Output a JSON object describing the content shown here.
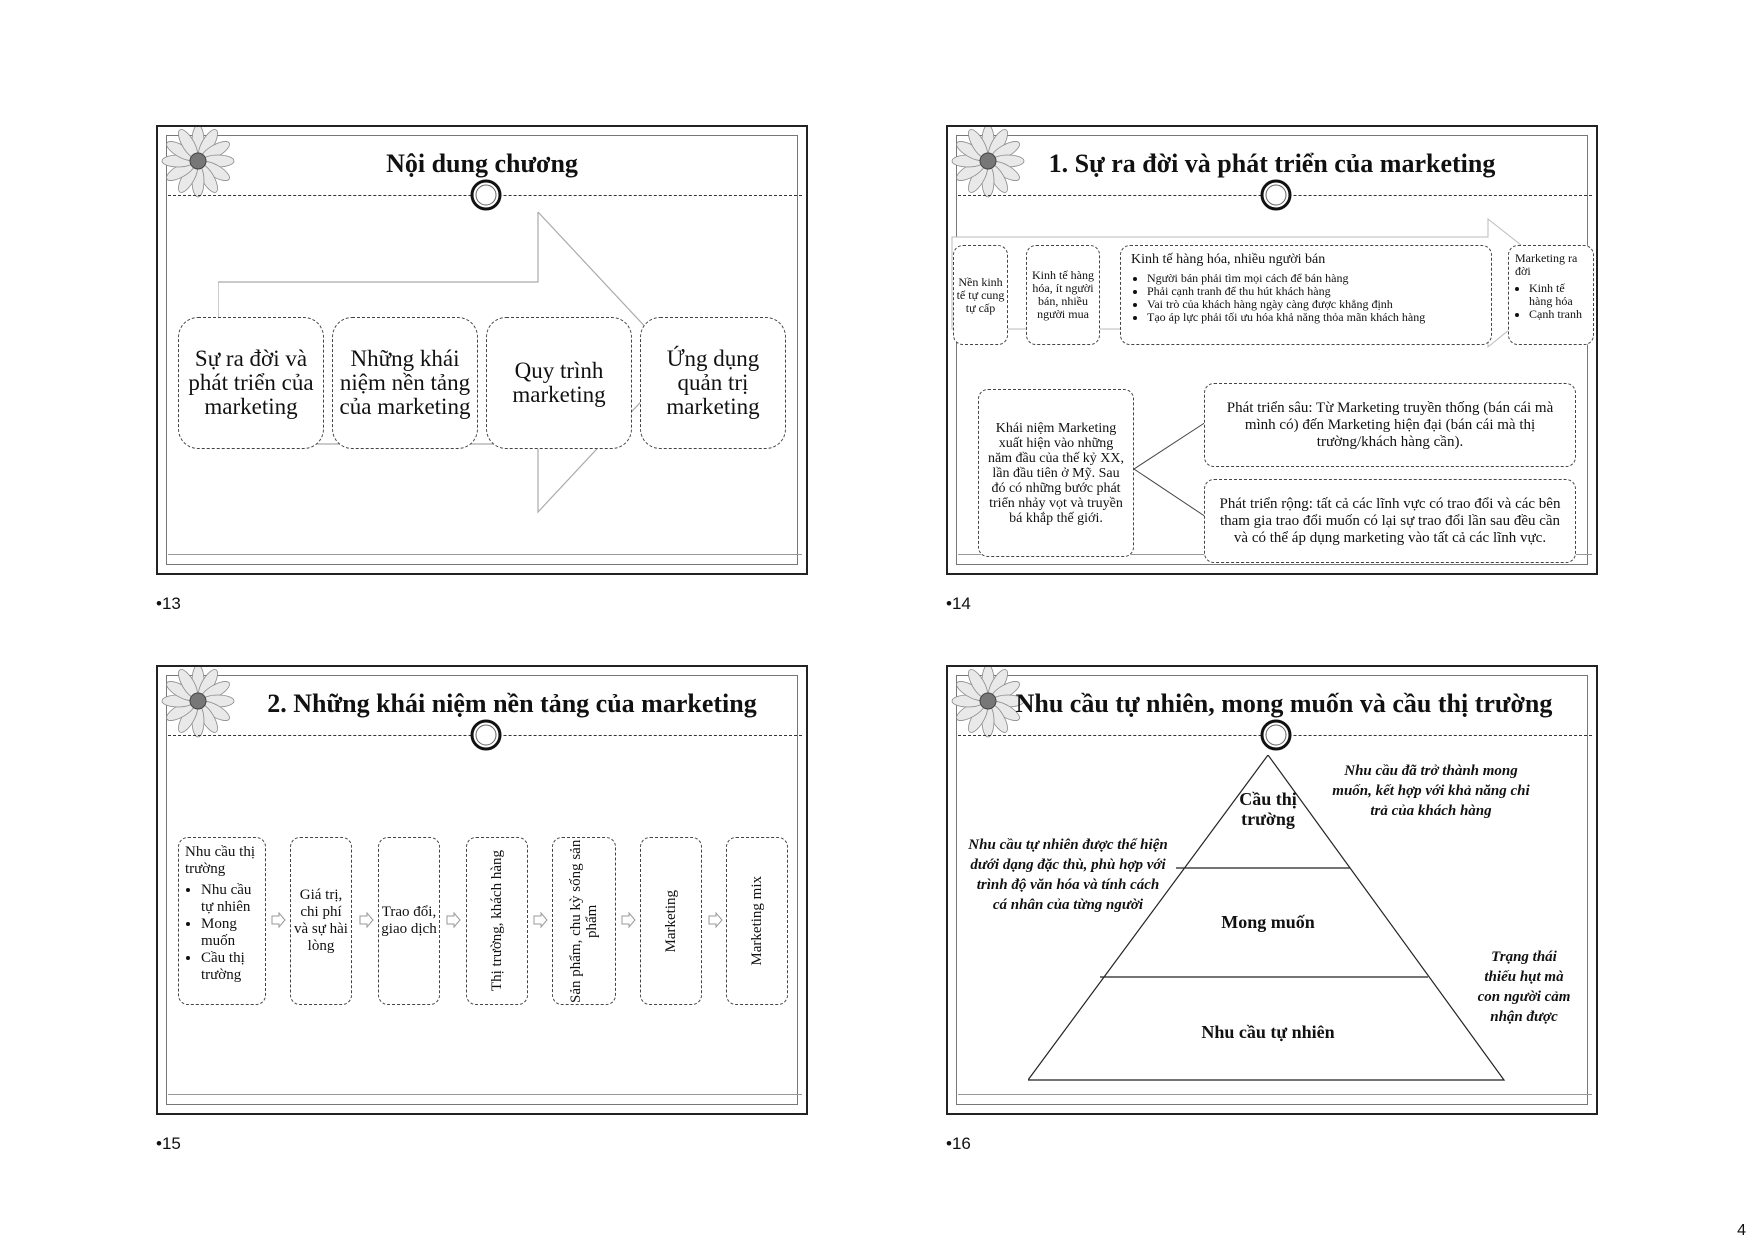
{
  "slides": [
    {
      "number": "•13",
      "title": "Nội dung chương",
      "steps": [
        "Sự ra đời và phát triển của marketing",
        "Những khái niệm nền tảng của marketing",
        "Quy trình marketing",
        "Ứng dụng quản trị marketing"
      ]
    },
    {
      "number": "•14",
      "title": "1.  Sự ra đời và phát triển của marketing",
      "stage1": "Nền kinh tế tự cung tự cấp",
      "stage2": "Kinh tế hàng hóa, ít người bán, nhiều người mua",
      "stage3_title": "Kinh tế hàng hóa, nhiều người bán",
      "stage3_items": [
        "Người bán phải tìm mọi cách để bán hàng",
        "Phải cạnh tranh để thu hút khách hàng",
        "Vai trò của khách hàng ngày càng được khẳng định",
        "Tạo áp lực phải tối ưu hóa khả năng thỏa mãn khách hàng"
      ],
      "stage4_title": "Marketing ra đời",
      "stage4_items": [
        "Kinh tế hàng hóa",
        "Cạnh tranh"
      ],
      "concept": "Khái niệm Marketing xuất hiện vào những năm đầu của thế kỷ XX, lần đầu tiên ở Mỹ. Sau đó có những bước phát triển nhảy vọt và truyền bá khắp thế giới.",
      "deep": "Phát triển sâu: Từ Marketing truyền thống (bán cái mà mình có) đến Marketing hiện đại (bán cái mà thị trường/khách hàng cần).",
      "wide": "Phát triển rộng: tất cả các lĩnh vực có trao đổi và các bên tham gia trao đổi muốn có lại sự trao đổi lần sau đều cần và có thể áp dụng marketing vào tất cả các lĩnh vực."
    },
    {
      "number": "•15",
      "title": "2. Những khái niệm nền tảng của marketing",
      "first_title": "Nhu cầu thị trường",
      "first_items": [
        "Nhu cầu tự nhiên",
        "Mong muốn",
        "Cầu thị trường"
      ],
      "box2": "Giá trị, chi phí và sự hài lòng",
      "box3": "Trao đổi, giao dịch",
      "box4": "Thị trường, khách hàng",
      "box5": "Sản phẩm, chu kỳ sống sản phẩm",
      "box6": "Marketing",
      "box7": "Marketing mix"
    },
    {
      "number": "•16",
      "title": "Nhu cầu tự nhiên, mong muốn và cầu thị trường",
      "level_top": "Cầu thị trường",
      "level_mid": "Mong muốn",
      "level_bottom": "Nhu cầu tự nhiên",
      "note_top_right": "Nhu cầu đã trở thành mong muốn, kết hợp với khả năng chi trả của khách hàng",
      "note_left": "Nhu cầu tự nhiên được thể hiện dưới dạng đặc thù, phù hợp với trình độ văn hóa và tính cách cá nhân của từng người",
      "note_bottom_right": "Trạng thái thiếu hụt mà con người cảm nhận được"
    }
  ],
  "page_corner": "4"
}
